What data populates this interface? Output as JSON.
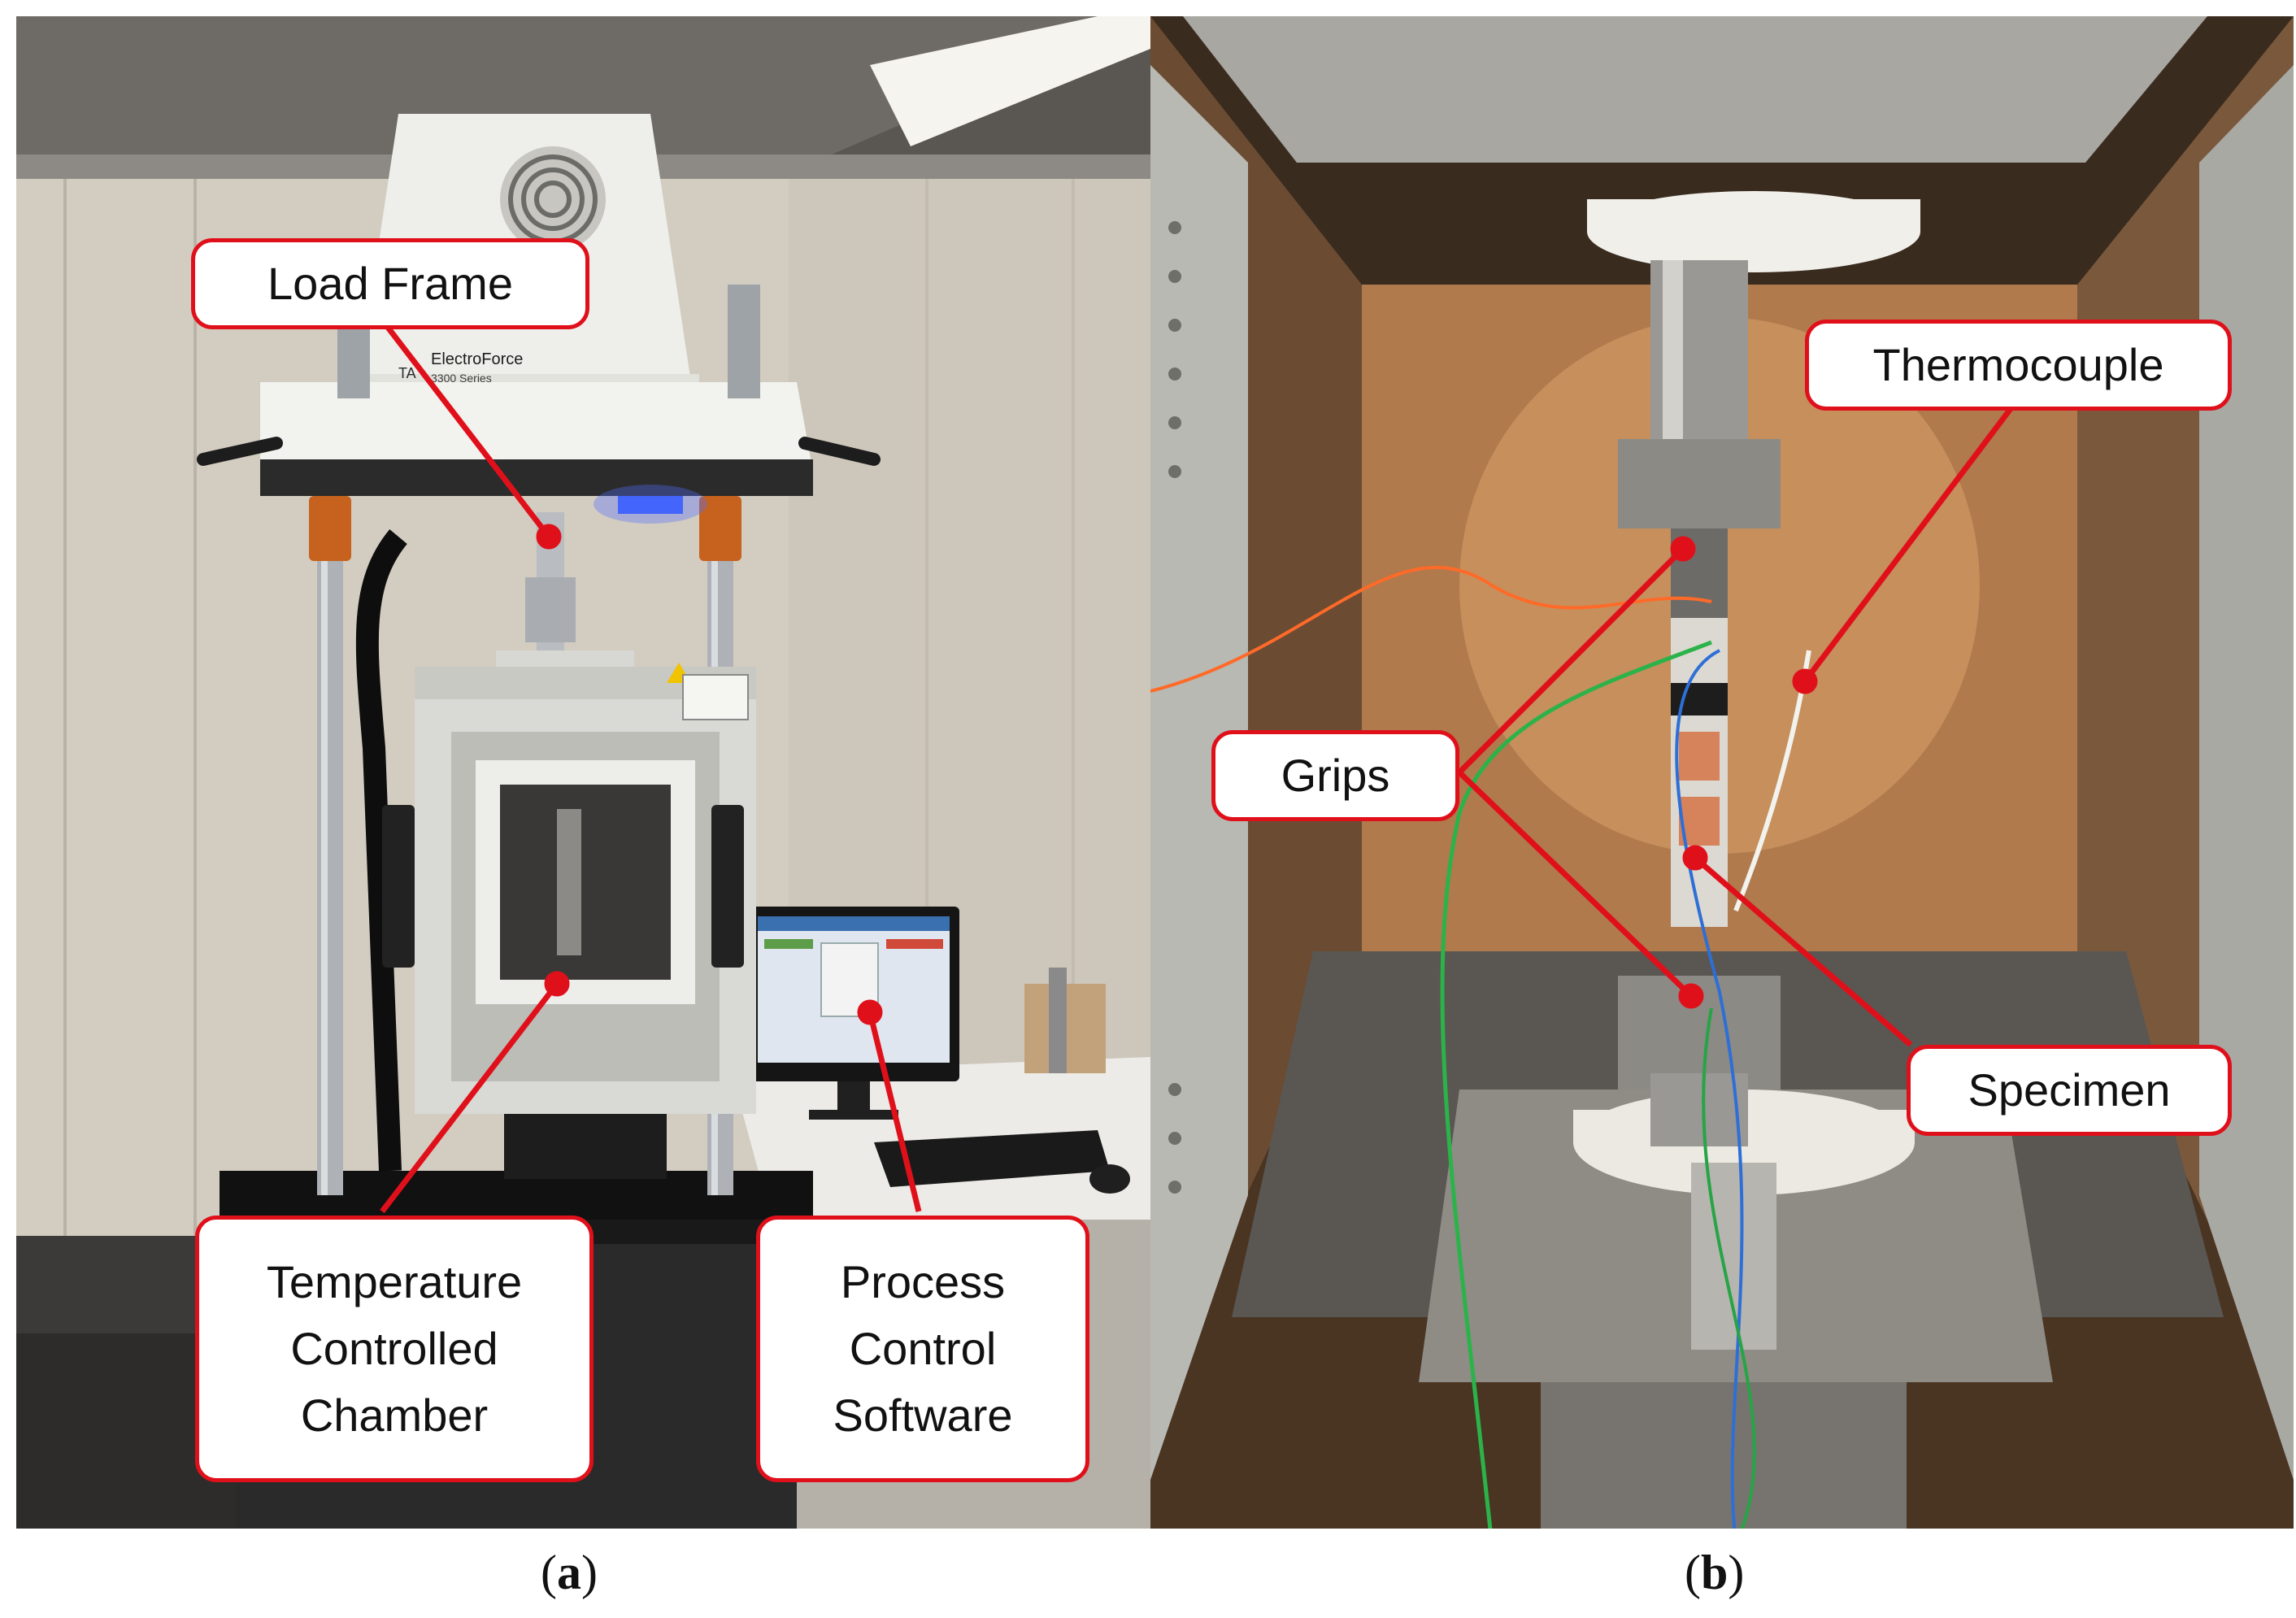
{
  "panels": {
    "a": {
      "caption_open": "(",
      "caption_letter": "a",
      "caption_close": ")",
      "device_brand": "TA",
      "device_model": "ElectroForce",
      "device_series": "3300 Series",
      "callouts": {
        "load_frame": "Load Frame",
        "chamber": "Temperature\nControlled\nChamber",
        "software": "Process\nControl\nSoftware"
      }
    },
    "b": {
      "caption_open": "(",
      "caption_letter": "b",
      "caption_close": ")",
      "callouts": {
        "thermocouple": "Thermocouple",
        "grips": "Grips",
        "specimen": "Specimen"
      }
    }
  },
  "colors": {
    "callout_border": "#e0101b",
    "leader_line": "#e0101b",
    "callout_fill": "#ffffff"
  }
}
